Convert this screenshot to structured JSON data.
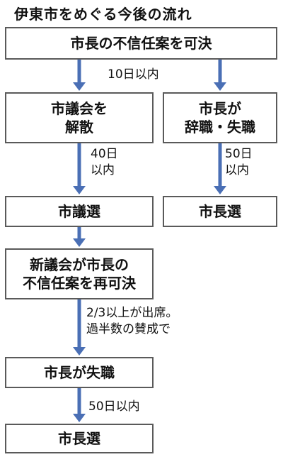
{
  "title": "伊東市をめぐる今後の流れ",
  "boxes": {
    "no_confidence": "市長の不信任案を可決",
    "dissolve": [
      "市議会を",
      "解散"
    ],
    "resign": [
      "市長が",
      "辞職・失職"
    ],
    "city_council_election": "市議選",
    "mayor_election_1": "市長選",
    "re_vote": [
      "新議会が市長の",
      "不信任案を再可決"
    ],
    "lose_office": "市長が失職",
    "mayor_election_2": "市長選"
  },
  "notes": {
    "within_10_days": "10日以内",
    "within_40_days": [
      "40日",
      "以内"
    ],
    "within_50_days_a": [
      "50日",
      "以内"
    ],
    "conditions": [
      "2/3以上が出席。",
      "過半数の賛成で"
    ],
    "within_50_days_b": "50日以内"
  },
  "colors": {
    "arrow": "#4a6fb5",
    "border": "#5a5a5a"
  }
}
